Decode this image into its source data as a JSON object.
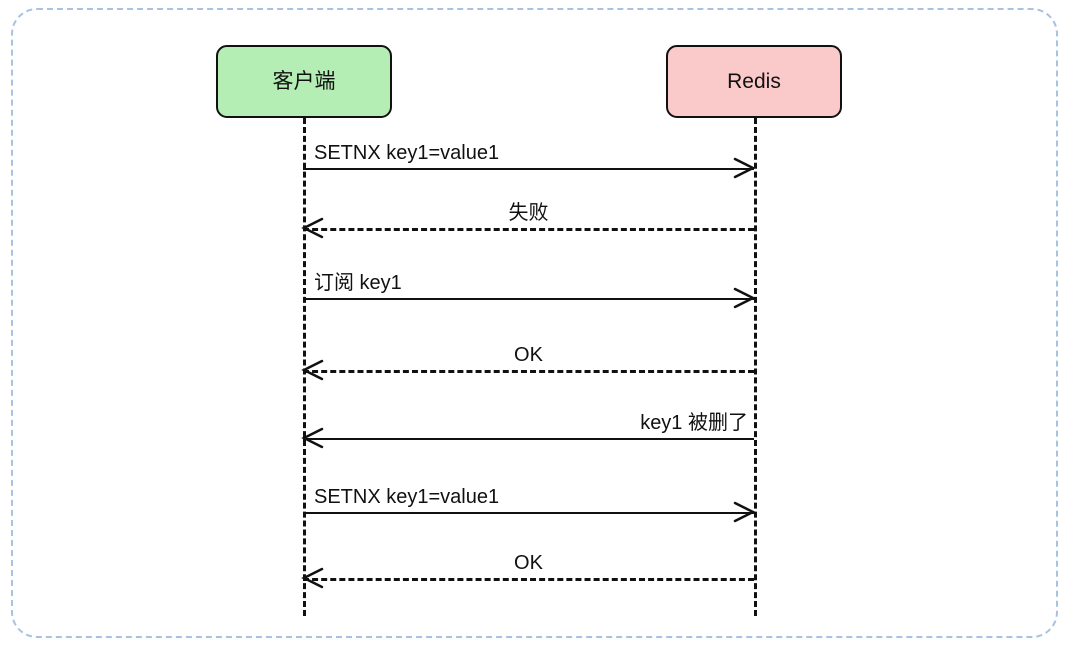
{
  "diagram": {
    "type": "sequence-diagram",
    "title": "",
    "frame": {
      "style": "dashed-rounded",
      "color": "#a8c3e0"
    },
    "participants": [
      {
        "id": "client",
        "label": "客户端",
        "color": "#b5eeb5",
        "border": "#111111"
      },
      {
        "id": "redis",
        "label": "Redis",
        "color": "#fac9ca",
        "border": "#111111"
      }
    ],
    "messages": [
      {
        "index": 1,
        "label": "SETNX key1=value1",
        "from": "client",
        "to": "redis",
        "line": "solid",
        "direction": "right",
        "align": "left"
      },
      {
        "index": 2,
        "label": "失败",
        "from": "redis",
        "to": "client",
        "line": "dashed",
        "direction": "left",
        "align": "center"
      },
      {
        "index": 3,
        "label": "订阅 key1",
        "from": "client",
        "to": "redis",
        "line": "solid",
        "direction": "right",
        "align": "left"
      },
      {
        "index": 4,
        "label": "OK",
        "from": "redis",
        "to": "client",
        "line": "dashed",
        "direction": "left",
        "align": "center"
      },
      {
        "index": 5,
        "label": "key1 被删了",
        "from": "redis",
        "to": "client",
        "line": "solid",
        "direction": "left",
        "align": "right"
      },
      {
        "index": 6,
        "label": "SETNX key1=value1",
        "from": "client",
        "to": "redis",
        "line": "solid",
        "direction": "right",
        "align": "left"
      },
      {
        "index": 7,
        "label": "OK",
        "from": "redis",
        "to": "client",
        "line": "dashed",
        "direction": "left",
        "align": "center"
      }
    ]
  }
}
